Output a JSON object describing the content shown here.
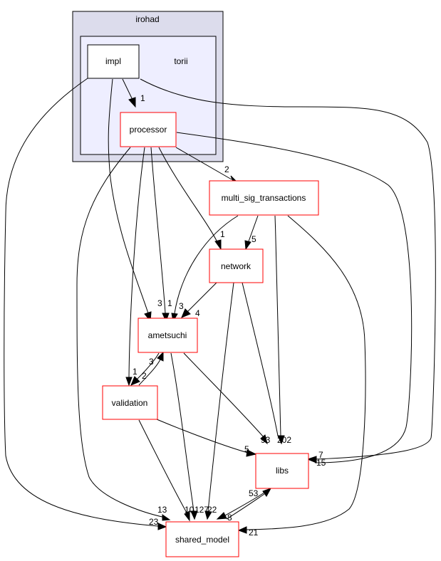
{
  "colors": {
    "outer_cluster_fill": "#dcdcec",
    "inner_cluster_fill": "#eeeeff",
    "node_border_red": "#ff0000",
    "node_border_black": "#000000",
    "edge": "#000000"
  },
  "clusters": {
    "outer": {
      "label": "irohad"
    },
    "inner": {
      "label": "torii"
    }
  },
  "nodes": {
    "impl": {
      "label": "impl"
    },
    "processor": {
      "label": "processor"
    },
    "multi_sig_transactions": {
      "label": "multi_sig_transactions"
    },
    "network": {
      "label": "network"
    },
    "ametsuchi": {
      "label": "ametsuchi"
    },
    "validation": {
      "label": "validation"
    },
    "libs": {
      "label": "libs"
    },
    "shared_model": {
      "label": "shared_model"
    }
  },
  "edges": [
    {
      "from": "impl",
      "to": "processor",
      "label": "1"
    },
    {
      "from": "impl",
      "to": "ametsuchi",
      "label": "3"
    },
    {
      "from": "impl",
      "to": "libs",
      "label": "7"
    },
    {
      "from": "impl",
      "to": "shared_model",
      "label": "23"
    },
    {
      "from": "processor",
      "to": "multi_sig_transactions",
      "label": "2"
    },
    {
      "from": "processor",
      "to": "network",
      "label": "1"
    },
    {
      "from": "processor",
      "to": "ametsuchi",
      "label": "1"
    },
    {
      "from": "processor",
      "to": "validation",
      "label": "1"
    },
    {
      "from": "processor",
      "to": "libs",
      "label": "15"
    },
    {
      "from": "processor",
      "to": "shared_model",
      "label": "13"
    },
    {
      "from": "multi_sig_transactions",
      "to": "network",
      "label": "5"
    },
    {
      "from": "multi_sig_transactions",
      "to": "ametsuchi",
      "label": "3"
    },
    {
      "from": "multi_sig_transactions",
      "to": "libs",
      "label": "20"
    },
    {
      "from": "multi_sig_transactions",
      "to": "shared_model",
      "label": "21"
    },
    {
      "from": "network",
      "to": "ametsuchi",
      "label": "4"
    },
    {
      "from": "network",
      "to": "libs",
      "label": "202"
    },
    {
      "from": "network",
      "to": "shared_model",
      "label": "22"
    },
    {
      "from": "ametsuchi",
      "to": "validation",
      "label": "2"
    },
    {
      "from": "validation",
      "to": "ametsuchi",
      "label": "3"
    },
    {
      "from": "ametsuchi",
      "to": "libs",
      "label": "93"
    },
    {
      "from": "ametsuchi",
      "to": "shared_model",
      "label": "127"
    },
    {
      "from": "validation",
      "to": "libs",
      "label": "5"
    },
    {
      "from": "validation",
      "to": "shared_model",
      "label": "10"
    },
    {
      "from": "libs",
      "to": "shared_model",
      "label": "8"
    },
    {
      "from": "shared_model",
      "to": "libs",
      "label": "53"
    }
  ]
}
